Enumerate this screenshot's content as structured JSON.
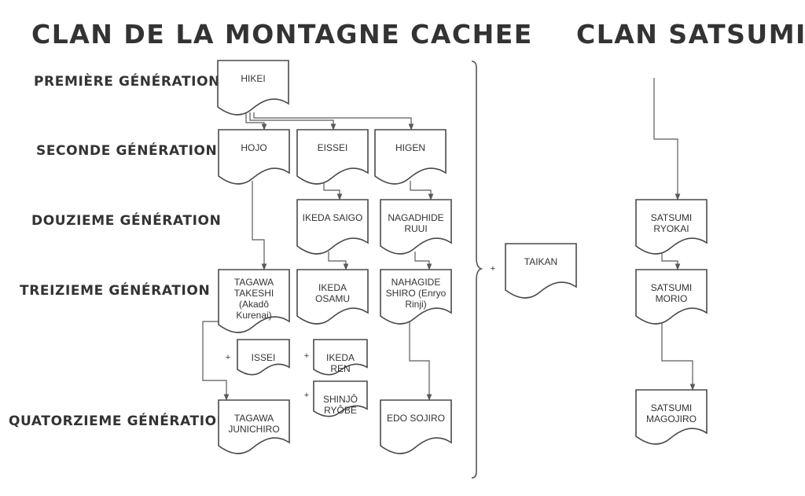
{
  "titles": {
    "left": "CLAN DE LA MONTAGNE CACHEE",
    "right": "CLAN SATSUMI"
  },
  "generations": {
    "g1": "PREMIÈRE GÉNÉRATION",
    "g2": "SECONDE GÉNÉRATION",
    "g12": "DOUZIEME GÉNÉRATION",
    "g13": "TREIZIEME GÉNÉRATION",
    "g14": "QUATORZIEME GÉNÉRATION"
  },
  "nodes": {
    "hikei": [
      "HIKEI"
    ],
    "hojo": [
      "HOJO"
    ],
    "eissei": [
      "EISSEI"
    ],
    "higen": [
      "HIGEN"
    ],
    "ikeda_saigo": [
      "IKEDA SAIGO"
    ],
    "nagadhide_ruui": [
      "NAGADHIDE",
      "RUUI"
    ],
    "tagawa_takeshi": [
      "TAGAWA",
      "TAKESHI",
      "(Akadô",
      "Kurenai)"
    ],
    "ikeda_osamu": [
      "IKEDA",
      "OSAMU"
    ],
    "nahagide_shiro": [
      "NAHAGIDE",
      "SHIRO (Enryo",
      "Rinji)"
    ],
    "issei": [
      "ISSEI"
    ],
    "ikeda_ren": [
      "IKEDA",
      "REN"
    ],
    "shinjo_ryobe": [
      "SHINJÔ",
      "RYÔBE"
    ],
    "tagawa_junichiro": [
      "TAGAWA",
      "JUNICHIRO"
    ],
    "edo_sojiro": [
      "EDO SOJIRO"
    ],
    "taikan": [
      "TAIKAN"
    ],
    "satsumi_ryokai": [
      "SATSUMI",
      "RYOKAI"
    ],
    "satsumi_morio": [
      "SATSUMI",
      "MORIO"
    ],
    "satsumi_magojiro": [
      "SATSUMI",
      "MAGOJIRO"
    ]
  },
  "plus_sign": "+"
}
